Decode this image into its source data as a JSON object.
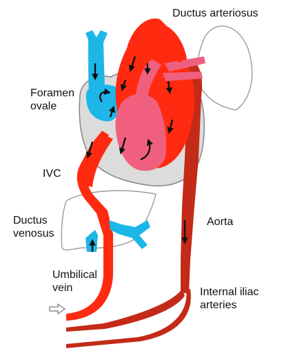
{
  "labels": {
    "ductus_arteriosus": "Ductus arteriosus",
    "foramen_ovale": [
      "Foramen",
      "ovale"
    ],
    "ivc": "IVC",
    "ductus_venosus": [
      "Ductus",
      "venosus"
    ],
    "aorta": "Aorta",
    "umbilical_vein": [
      "Umbilical",
      "vein"
    ],
    "internal_iliac_arteries": [
      "Internal iliac",
      "arteries"
    ]
  },
  "colors": {
    "oxygenated": "#ff2a10",
    "deoxygenated": "#1cb7e8",
    "mixed": "#f0607e",
    "aorta": "#c42a18",
    "organ_outline": "#9a9a9a",
    "organ_fill": "#ffffff",
    "arrow": "#111111"
  },
  "icons": {
    "umbilical_inlet_arrow": "hollow-right-arrow",
    "flow_arrows": "black-flow-arrows"
  }
}
